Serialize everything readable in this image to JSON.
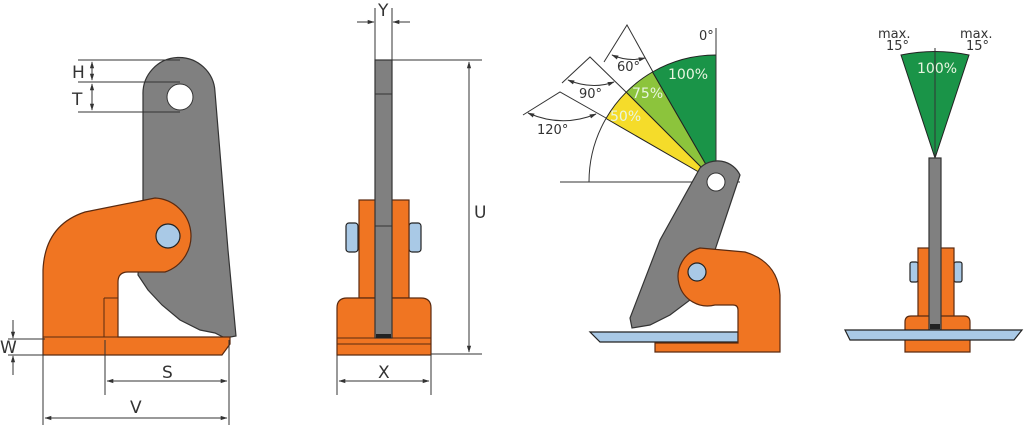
{
  "side_view": {
    "dim_labels": {
      "H": "H",
      "T": "T",
      "W": "W",
      "S": "S",
      "V": "V"
    }
  },
  "front_view": {
    "dim_labels": {
      "Y": "Y",
      "U": "U",
      "X": "X"
    }
  },
  "tilt_view": {
    "vertical_angle": "0°",
    "cone_angles": [
      "60°",
      "90°",
      "120°"
    ],
    "capacity_sectors": [
      {
        "label": "100%",
        "color": "#1a9448"
      },
      {
        "label": "75%",
        "color": "#8cc43c"
      },
      {
        "label": "50%",
        "color": "#f5dc2a"
      }
    ]
  },
  "side_tilt_view": {
    "left_limit": {
      "line1": "max.",
      "line2": "15°"
    },
    "right_limit": {
      "line1": "max.",
      "line2": "15°"
    },
    "capacity": {
      "label": "100%",
      "color": "#1a9448"
    }
  },
  "colors": {
    "body": "#f07522",
    "jaw": "#808080",
    "pin": "#a9c9e6"
  }
}
